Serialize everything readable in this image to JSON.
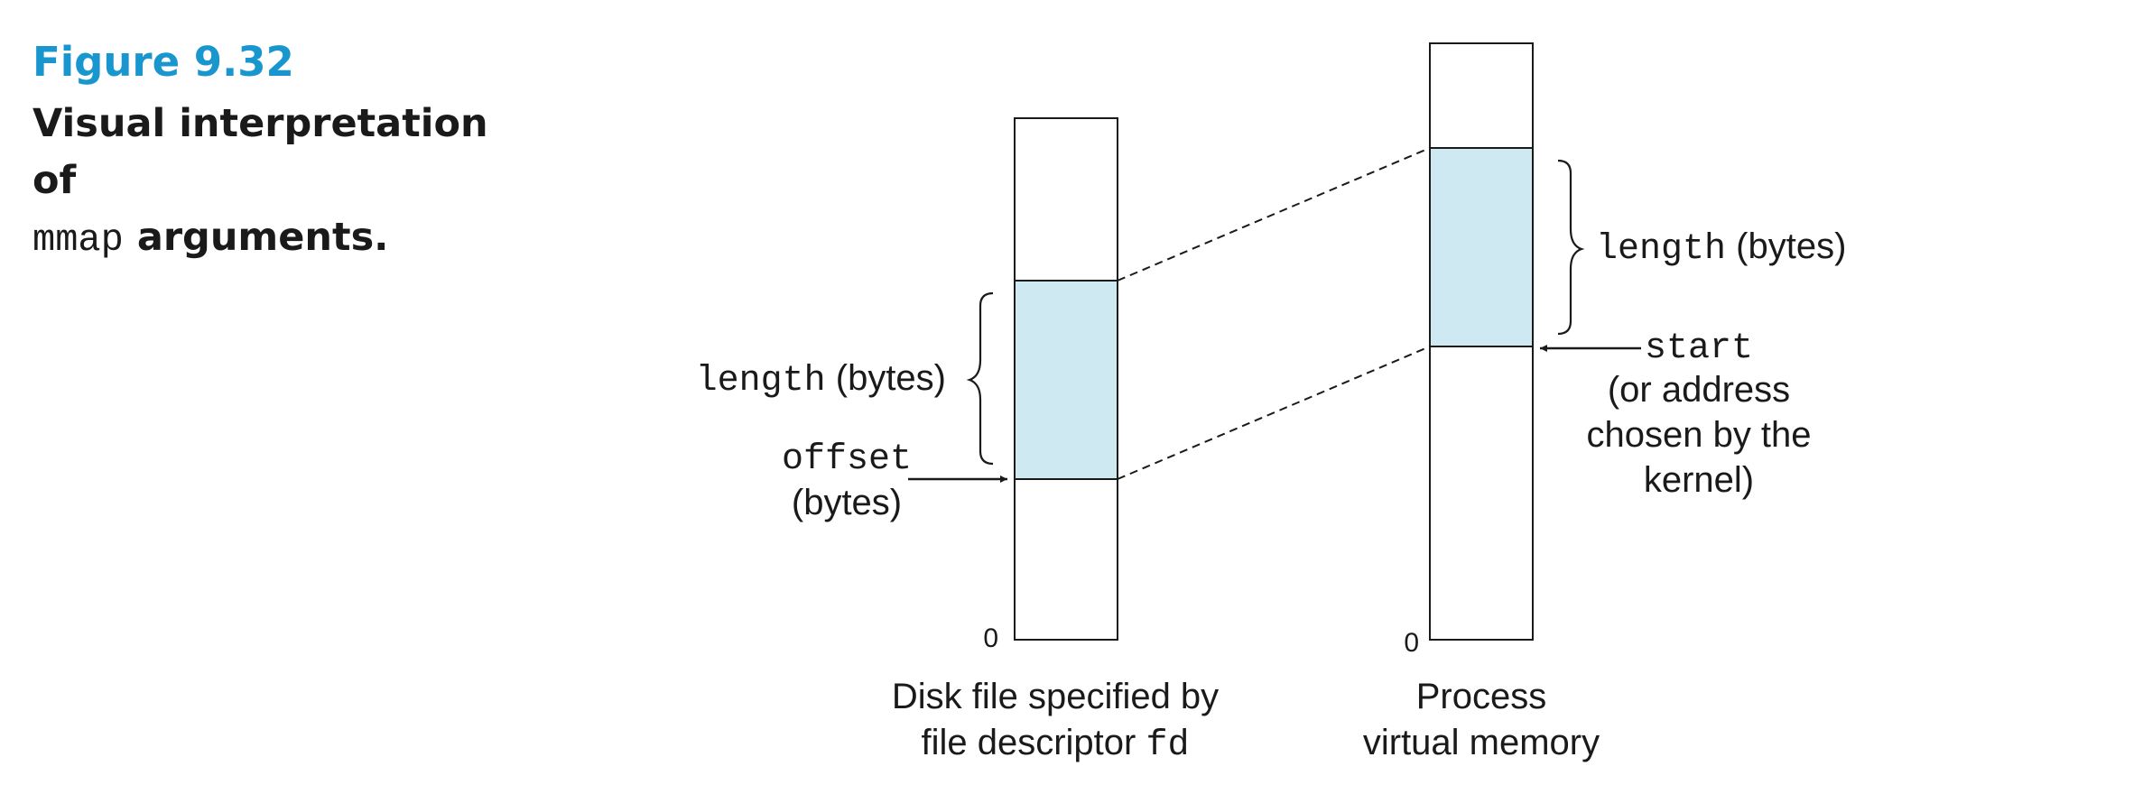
{
  "figure": {
    "number": "Figure 9.32",
    "caption_prefix": "Visual interpretation of",
    "caption_code": "mmap",
    "caption_suffix": "arguments."
  },
  "disk": {
    "zero": "0",
    "length_code": "length",
    "length_text": "(bytes)",
    "offset_code": "offset",
    "offset_text": "(bytes)",
    "label_line1": "Disk file specified by",
    "label_line2_text": "file descriptor",
    "label_line2_code": "fd"
  },
  "memory": {
    "zero": "0",
    "length_code": "length",
    "length_text": "(bytes)",
    "start_code": "start",
    "start_line1": "(or address",
    "start_line2": "chosen by the",
    "start_line3": "kernel)",
    "label_line1": "Process",
    "label_line2": "virtual memory"
  },
  "colors": {
    "figure_number": "#1a96cf",
    "mapped_region": "#cfe9f3",
    "stroke": "#1a1a1a"
  }
}
